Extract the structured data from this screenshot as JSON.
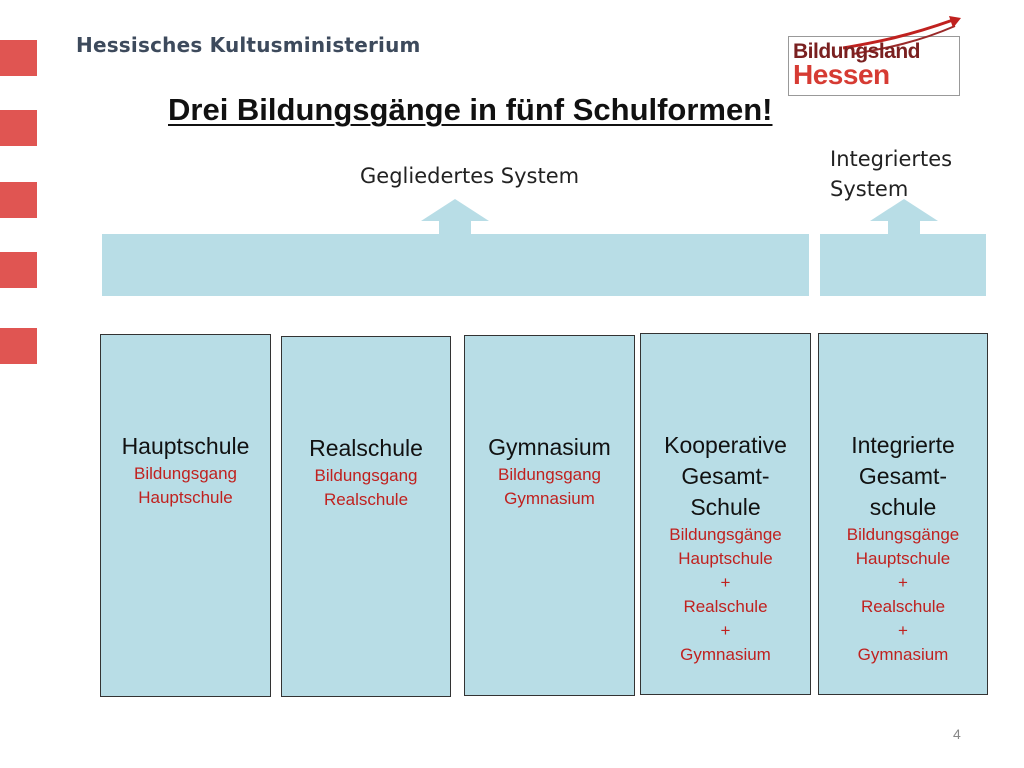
{
  "header": {
    "ministry": "Hessisches Kultusministerium",
    "logo_line1": "Bildungsland",
    "logo_line2": "Hessen"
  },
  "title": "Drei Bildungsgänge in fünf Schulformen!",
  "systems": {
    "gegliedert": "Gegliedertes System",
    "integriert_line1": "Integriertes",
    "integriert_line2": "System"
  },
  "schools": [
    {
      "name": [
        "Hauptschule"
      ],
      "detail": [
        "Bildungsgang",
        "Hauptschule"
      ]
    },
    {
      "name": [
        "Realschule"
      ],
      "detail": [
        "Bildungsgang",
        "Realschule"
      ]
    },
    {
      "name": [
        "Gymnasium"
      ],
      "detail": [
        "Bildungsgang",
        "Gymnasium"
      ]
    },
    {
      "name": [
        "Kooperative",
        "Gesamt-",
        "Schule"
      ],
      "detail": [
        "Bildungsgänge",
        "Hauptschule",
        "+",
        "Realschule",
        "+",
        "Gymnasium"
      ]
    },
    {
      "name": [
        "Integrierte",
        "Gesamt-",
        "schule"
      ],
      "detail": [
        "Bildungsgänge",
        "Hauptschule",
        "+",
        "Realschule",
        "+",
        "Gymnasium"
      ]
    }
  ],
  "colors": {
    "accent_red": "#e05552",
    "box_fill": "#b8dde6",
    "detail_text": "#c0211f"
  },
  "page_number": "4"
}
